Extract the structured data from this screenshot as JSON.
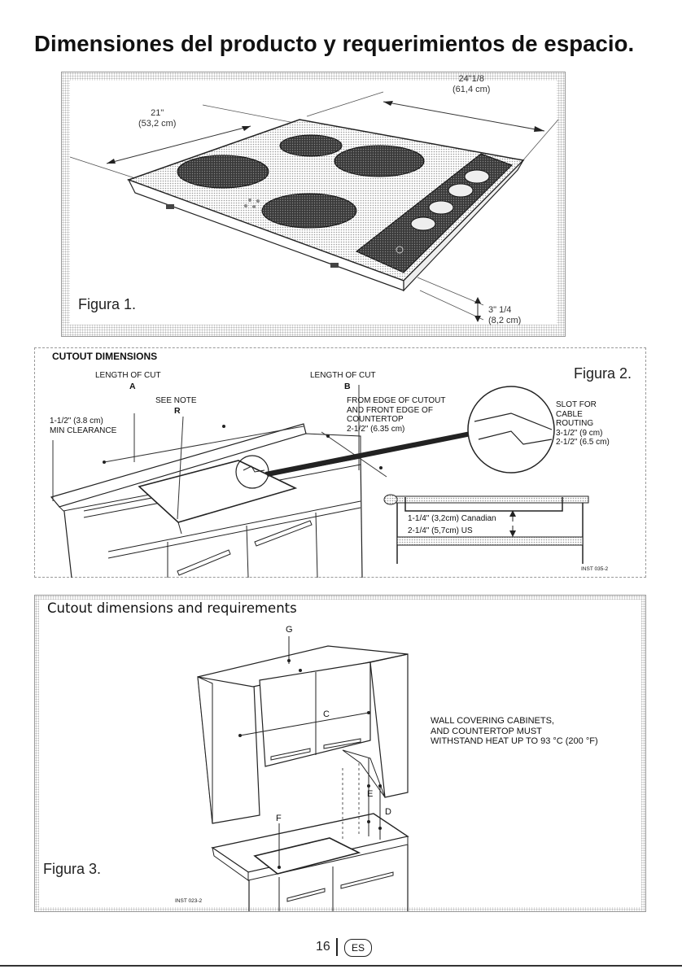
{
  "title": "Dimensiones del producto y requerimientos de espacio.",
  "figure1": {
    "label": "Figura 1.",
    "width_dim": "24\"1/8",
    "width_dim_cm": "(61,4 cm)",
    "depth_dim": "21\"",
    "depth_dim_cm": "(53,2 cm)",
    "height_dim": "3\" 1/4",
    "height_dim_cm": "(8,2 cm)"
  },
  "figure2": {
    "label": "Figura 2.",
    "heading": "CUTOUT DIMENSIONS",
    "length_a": "LENGTH OF CUT",
    "letter_a": "A",
    "length_b": "LENGTH OF CUT",
    "letter_b": "B",
    "see_note": "SEE NOTE",
    "letter_r": "R",
    "clearance_1": "1-1/2\" (3.8 cm)",
    "clearance_2": "MIN CLEARANCE",
    "edge_1": "FROM EDGE OF CUTOUT",
    "edge_2": "AND FRONT EDGE OF",
    "edge_3": "COUNTERTOP",
    "edge_4": "2-1/2\" (6.35 cm)",
    "slot_1": "SLOT FOR",
    "slot_2": "CABLE",
    "slot_3": "ROUTING",
    "slot_4": "3-1/2\" (9 cm)",
    "slot_5": "2-1/2\" (6.5 cm)",
    "depth_canadian": "1-1/4\" (3,2cm) Canadian",
    "depth_us": "2-1/4\" (5,7cm) US",
    "code": "INST 035-2"
  },
  "figure3": {
    "label": "Figura 3.",
    "heading": "Cutout dimensions and requirements",
    "letter_g": "G",
    "letter_c": "C",
    "letter_e": "E",
    "letter_d": "D",
    "letter_f": "F",
    "warning_1": "WALL COVERING CABINETS,",
    "warning_2": "AND COUNTERTOP MUST",
    "warning_3": "WITHSTAND HEAT UP TO 93 °C (200 °F)",
    "code": "INST 023-2"
  },
  "footer": {
    "page_number": "16",
    "language": "ES"
  }
}
